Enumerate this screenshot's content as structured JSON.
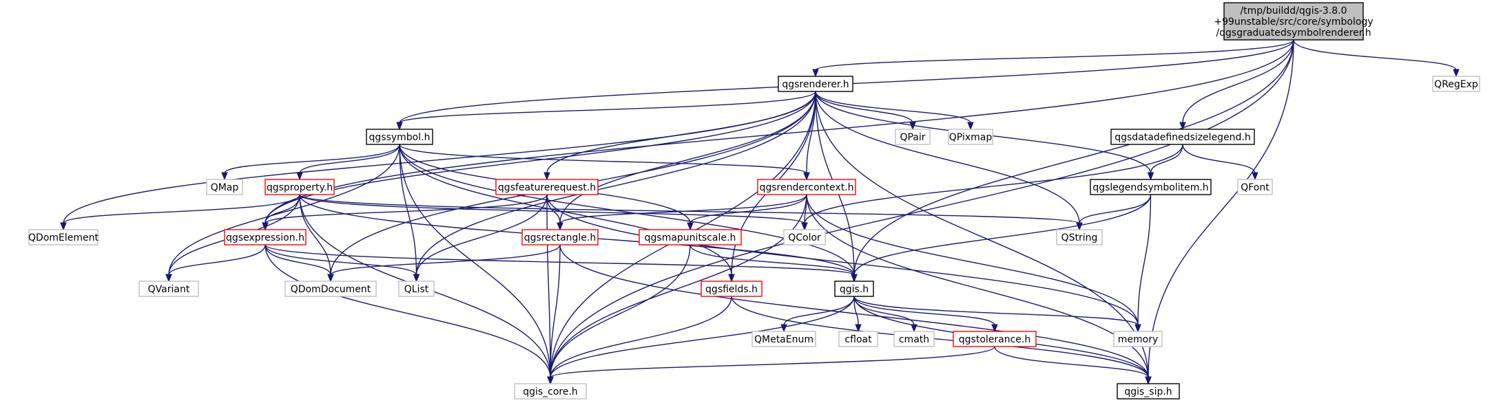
{
  "diagram": {
    "colors": {
      "edge": "#191970",
      "root_fill": "#bfbfbf",
      "root_border": "#000000",
      "documented_border": "#000000",
      "truncated_border": "#ff0000",
      "external_border": "#bfbfbf"
    },
    "nodes": [
      {
        "id": "root",
        "lines": [
          "/tmp/buildd/qgis-3.8.0",
          "+99unstable/src/core/symbology",
          "/qgsgraduatedsymbolrenderer.h"
        ],
        "kind": "root"
      },
      {
        "id": "qgsrenderer",
        "lines": [
          "qgsrenderer.h"
        ],
        "kind": "documented"
      },
      {
        "id": "qregexp",
        "lines": [
          "QRegExp"
        ],
        "kind": "external"
      },
      {
        "id": "qgssymbol",
        "lines": [
          "qgssymbol.h"
        ],
        "kind": "documented"
      },
      {
        "id": "qpair",
        "lines": [
          "QPair"
        ],
        "kind": "external"
      },
      {
        "id": "qpixmap",
        "lines": [
          "QPixmap"
        ],
        "kind": "external"
      },
      {
        "id": "qgsdatadefinedsizelegend",
        "lines": [
          "qgsdatadefinedsizelegend.h"
        ],
        "kind": "documented"
      },
      {
        "id": "qmap",
        "lines": [
          "QMap"
        ],
        "kind": "external"
      },
      {
        "id": "qgsproperty",
        "lines": [
          "qgsproperty.h"
        ],
        "kind": "truncated"
      },
      {
        "id": "qgsfeaturerequest",
        "lines": [
          "qgsfeaturerequest.h"
        ],
        "kind": "truncated"
      },
      {
        "id": "qgsrendercontext",
        "lines": [
          "qgsrendercontext.h"
        ],
        "kind": "truncated"
      },
      {
        "id": "qgslegendsymbolitem",
        "lines": [
          "qgslegendsymbolitem.h"
        ],
        "kind": "documented"
      },
      {
        "id": "qfont",
        "lines": [
          "QFont"
        ],
        "kind": "external"
      },
      {
        "id": "qdomelement",
        "lines": [
          "QDomElement"
        ],
        "kind": "external"
      },
      {
        "id": "qgsexpression",
        "lines": [
          "qgsexpression.h"
        ],
        "kind": "truncated"
      },
      {
        "id": "qgsrectangle",
        "lines": [
          "qgsrectangle.h"
        ],
        "kind": "truncated"
      },
      {
        "id": "qgsmapunitscale",
        "lines": [
          "qgsmapunitscale.h"
        ],
        "kind": "truncated"
      },
      {
        "id": "qcolor",
        "lines": [
          "QColor"
        ],
        "kind": "external"
      },
      {
        "id": "qstring",
        "lines": [
          "QString"
        ],
        "kind": "external"
      },
      {
        "id": "qvariant",
        "lines": [
          "QVariant"
        ],
        "kind": "external"
      },
      {
        "id": "qdomdocument",
        "lines": [
          "QDomDocument"
        ],
        "kind": "external"
      },
      {
        "id": "qlist",
        "lines": [
          "QList"
        ],
        "kind": "external"
      },
      {
        "id": "qgsfields",
        "lines": [
          "qgsfields.h"
        ],
        "kind": "truncated"
      },
      {
        "id": "qgis",
        "lines": [
          "qgis.h"
        ],
        "kind": "documented"
      },
      {
        "id": "qmetaenum",
        "lines": [
          "QMetaEnum"
        ],
        "kind": "external"
      },
      {
        "id": "cfloat",
        "lines": [
          "cfloat"
        ],
        "kind": "external"
      },
      {
        "id": "cmath",
        "lines": [
          "cmath"
        ],
        "kind": "external"
      },
      {
        "id": "qgstolerance",
        "lines": [
          "qgstolerance.h"
        ],
        "kind": "truncated"
      },
      {
        "id": "memory",
        "lines": [
          "memory"
        ],
        "kind": "external"
      },
      {
        "id": "qgis_core",
        "lines": [
          "qgis_core.h"
        ],
        "kind": "external"
      },
      {
        "id": "qgis_sip",
        "lines": [
          "qgis_sip.h"
        ],
        "kind": "documented"
      }
    ],
    "edges": [
      [
        "root",
        "qgsrenderer"
      ],
      [
        "root",
        "qregexp"
      ],
      [
        "root",
        "qgssymbol"
      ],
      [
        "root",
        "qgsdatadefinedsizelegend"
      ],
      [
        "root",
        "qgsexpression"
      ],
      [
        "root",
        "qgis"
      ],
      [
        "root",
        "qgis_core"
      ],
      [
        "root",
        "qgis_sip"
      ],
      [
        "qgsrenderer",
        "qgssymbol"
      ],
      [
        "qgsrenderer",
        "qpair"
      ],
      [
        "qgsrenderer",
        "qpixmap"
      ],
      [
        "qgsrenderer",
        "qgsfeaturerequest"
      ],
      [
        "qgsrenderer",
        "qgsrendercontext"
      ],
      [
        "qgsrenderer",
        "qgslegendsymbolitem"
      ],
      [
        "qgsrenderer",
        "qdomelement"
      ],
      [
        "qgsrenderer",
        "qgsexpression"
      ],
      [
        "qgsrenderer",
        "qgsrectangle"
      ],
      [
        "qgsrenderer",
        "qstring"
      ],
      [
        "qgsrenderer",
        "qdomdocument"
      ],
      [
        "qgsrenderer",
        "qlist"
      ],
      [
        "qgsrenderer",
        "qgsfields"
      ],
      [
        "qgsrenderer",
        "qgis"
      ],
      [
        "qgsrenderer",
        "qgis_core"
      ],
      [
        "qgsrenderer",
        "qgis_sip"
      ],
      [
        "qgssymbol",
        "qmap"
      ],
      [
        "qgssymbol",
        "qgsproperty"
      ],
      [
        "qgssymbol",
        "qgsrendercontext"
      ],
      [
        "qgssymbol",
        "qgsmapunitscale"
      ],
      [
        "qgssymbol",
        "qvariant"
      ],
      [
        "qgssymbol",
        "qlist"
      ],
      [
        "qgssymbol",
        "qgis"
      ],
      [
        "qgssymbol",
        "qgis_core"
      ],
      [
        "qgssymbol",
        "qgsfields"
      ],
      [
        "qgsdatadefinedsizelegend",
        "qgslegendsymbolitem"
      ],
      [
        "qgsdatadefinedsizelegend",
        "qfont"
      ],
      [
        "qgsdatadefinedsizelegend",
        "qcolor"
      ],
      [
        "qgsproperty",
        "qdomelement"
      ],
      [
        "qgsproperty",
        "qgsexpression"
      ],
      [
        "qgsproperty",
        "qcolor"
      ],
      [
        "qgsproperty",
        "qstring"
      ],
      [
        "qgsproperty",
        "qvariant"
      ],
      [
        "qgsproperty",
        "qdomdocument"
      ],
      [
        "qgsproperty",
        "qgis"
      ],
      [
        "qgsproperty",
        "qgis_core"
      ],
      [
        "qgsfeaturerequest",
        "qgsexpression"
      ],
      [
        "qgsfeaturerequest",
        "qgsrectangle"
      ],
      [
        "qgsfeaturerequest",
        "qlist"
      ],
      [
        "qgsfeaturerequest",
        "memory"
      ],
      [
        "qgsfeaturerequest",
        "qgis_core"
      ],
      [
        "qgsrendercontext",
        "qgsrectangle"
      ],
      [
        "qgsrendercontext",
        "qgsmapunitscale"
      ],
      [
        "qgsrendercontext",
        "qcolor"
      ],
      [
        "qgsrendercontext",
        "memory"
      ],
      [
        "qgsrendercontext",
        "qgis_core"
      ],
      [
        "qgsrendercontext",
        "qgis_sip"
      ],
      [
        "qgslegendsymbolitem",
        "qstring"
      ],
      [
        "qgslegendsymbolitem",
        "qgis"
      ],
      [
        "qgslegendsymbolitem",
        "memory"
      ],
      [
        "qgsexpression",
        "qvariant"
      ],
      [
        "qgsexpression",
        "qdomdocument"
      ],
      [
        "qgsexpression",
        "qlist"
      ],
      [
        "qgsexpression",
        "qgis"
      ],
      [
        "qgsexpression",
        "qgis_core"
      ],
      [
        "qgsrectangle",
        "qdomdocument"
      ],
      [
        "qgsrectangle",
        "qgis_core"
      ],
      [
        "qgsrectangle",
        "qgis_sip"
      ],
      [
        "qgsmapunitscale",
        "qgis"
      ],
      [
        "qgsmapunitscale",
        "qgis_core"
      ],
      [
        "qgsfields",
        "qgis_core"
      ],
      [
        "qgsfields",
        "qgis_sip"
      ],
      [
        "qgis",
        "qmetaenum"
      ],
      [
        "qgis",
        "cfloat"
      ],
      [
        "qgis",
        "cmath"
      ],
      [
        "qgis",
        "qgstolerance"
      ],
      [
        "qgis",
        "memory"
      ],
      [
        "qgis",
        "qgis_core"
      ],
      [
        "qgis",
        "qgis_sip"
      ],
      [
        "qgstolerance",
        "qgis_core"
      ],
      [
        "qgstolerance",
        "qgis_sip"
      ]
    ]
  }
}
